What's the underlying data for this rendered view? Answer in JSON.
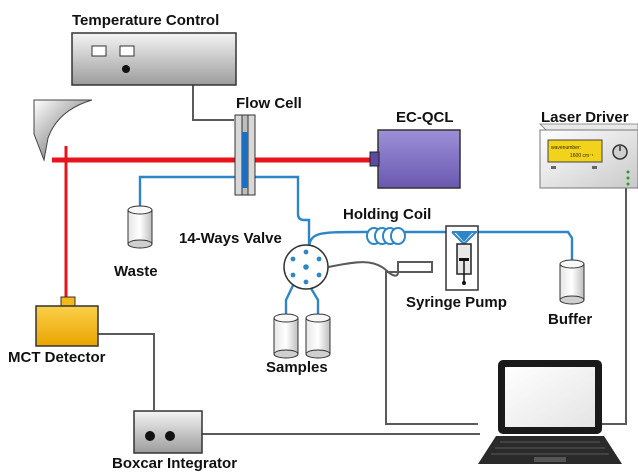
{
  "labels": {
    "temperature_control": "Temperature Control",
    "flow_cell": "Flow Cell",
    "ec_qcl": "EC-QCL",
    "laser_driver": "Laser Driver",
    "holding_coil": "Holding Coil",
    "valve": "14-Ways Valve",
    "waste": "Waste",
    "syringe_pump": "Syringe Pump",
    "buffer": "Buffer",
    "samples": "Samples",
    "mct_detector": "MCT Detector",
    "boxcar_integrator": "Boxcar Integrator"
  },
  "laser_driver_display": {
    "line1": "wavenumber:",
    "line2": "1600 cm⁻¹"
  },
  "colors": {
    "laser_beam": "#e8141c",
    "tubing": "#2f86c6",
    "cable": "#5a5a5a",
    "ec_qcl_body": "#8878c8",
    "mct_detector_body": "#f4b918",
    "display": "#f2d21a",
    "flow_cell_window": "#1f6fc0"
  }
}
